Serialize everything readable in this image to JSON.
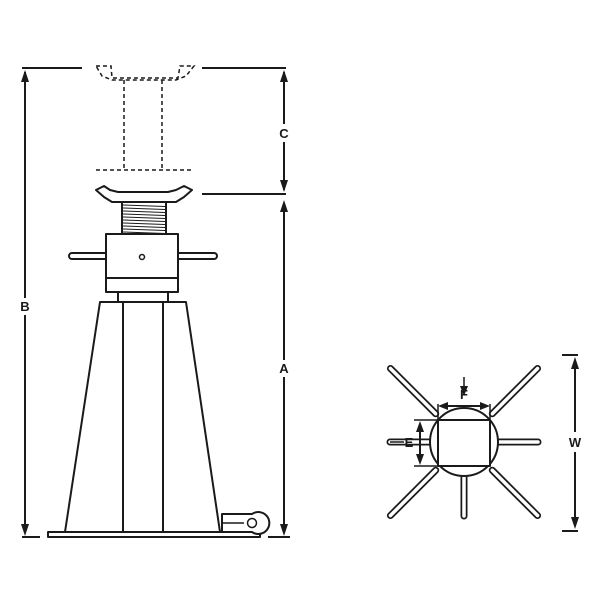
{
  "diagram": {
    "labels": {
      "a": "A",
      "b": "B",
      "c": "C",
      "e": "E",
      "f": "F",
      "w": "W"
    },
    "colors": {
      "line": "#1a1a1a",
      "background": "#ffffff"
    }
  }
}
